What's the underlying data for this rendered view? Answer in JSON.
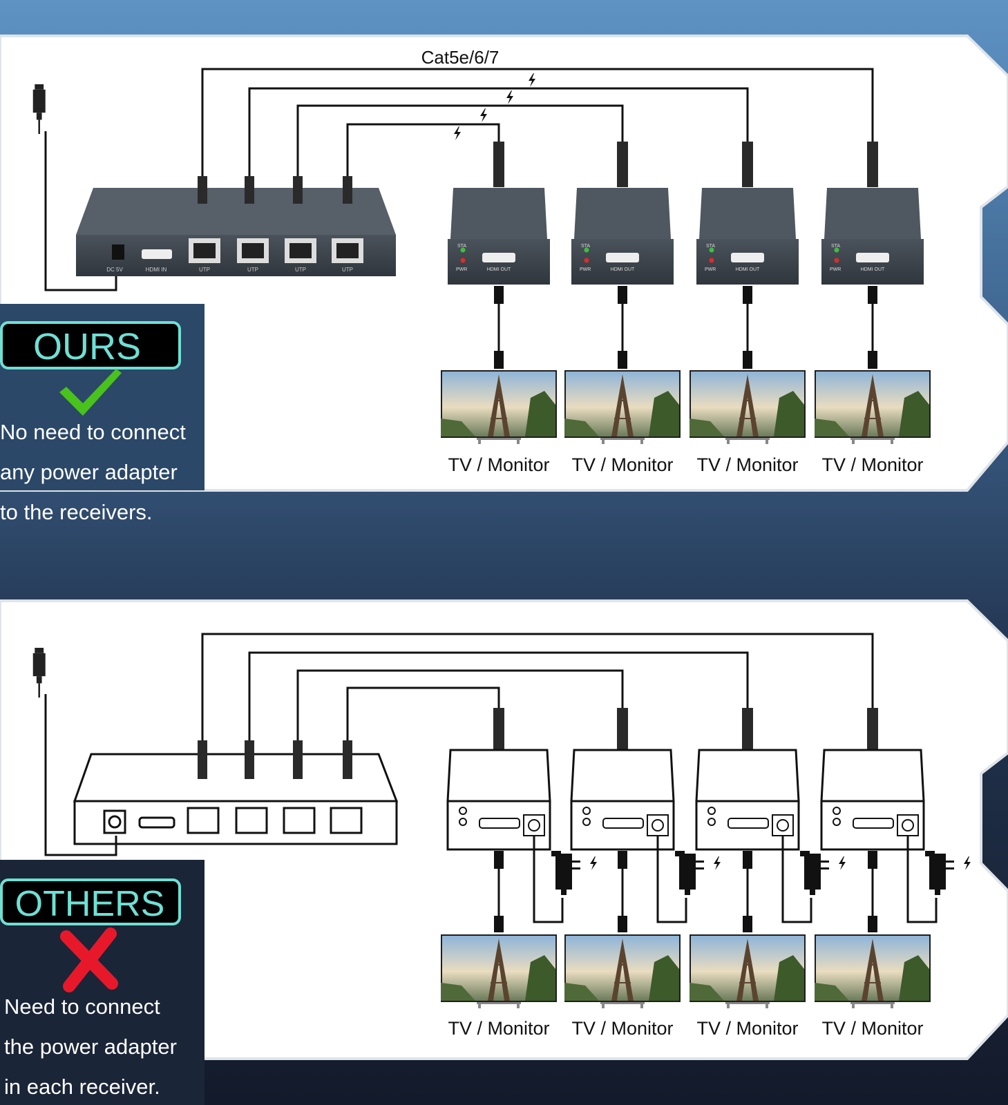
{
  "top": {
    "badge": "OURS",
    "mark": "check",
    "caption_lines": [
      "No need to connect",
      "any power adapter",
      "to the receivers."
    ],
    "cable_label": "Cat5e/6/7",
    "sender_ports": [
      "DC 5V",
      "HDMI IN",
      "UTP",
      "UTP",
      "UTP",
      "UTP"
    ],
    "receiver_labels": {
      "sta": "STA",
      "pwr": "PWR",
      "out": "HDMI OUT"
    },
    "receiver_count": 4,
    "monitor_label": "TV / Monitor"
  },
  "bottom": {
    "badge": "OTHERS",
    "mark": "cross",
    "caption_lines": [
      "Need to connect",
      "the power adapter",
      "in each receiver."
    ],
    "receiver_count": 4,
    "monitor_label": "TV / Monitor"
  },
  "colors": {
    "badge_border": "#6ee0d4",
    "badge_text": "#6ee0d4",
    "check": "#49c21c",
    "cross": "#e8182b",
    "device": "#3c434b",
    "caption_bg": "#2b4868",
    "caption_bg_bottom": "#1a2537"
  },
  "icons": [
    "power-adapter-icon",
    "bolt-icon",
    "eiffel-tower-icon"
  ]
}
